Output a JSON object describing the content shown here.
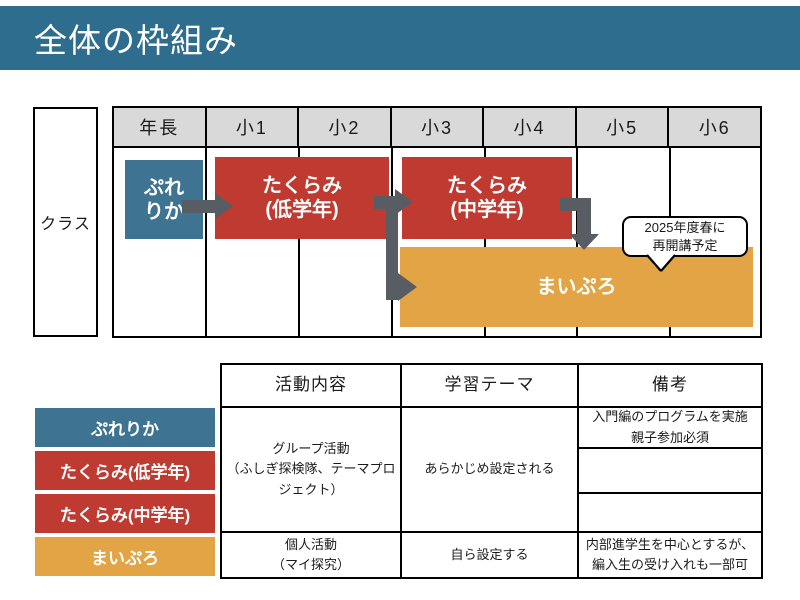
{
  "slide": {
    "title": "全体の枠組み"
  },
  "colors": {
    "title_bar": "#2E6D8D",
    "teal": "#3F7392",
    "red": "#BF3A30",
    "orange": "#E2A444",
    "arrow_gray": "#585D64",
    "grade_header_bg": "#D9D9D9"
  },
  "timeline": {
    "axis_label": "クラス",
    "grades": [
      "年長",
      "小1",
      "小2",
      "小3",
      "小4",
      "小5",
      "小6"
    ],
    "bars": {
      "purerika": "ぷれ\nりか",
      "takurami_low": "たくらみ\n(低学年)",
      "takurami_mid": "たくらみ\n(中学年)",
      "maipro": "まいぷろ"
    },
    "callout": "2025年度春に\n再開講予定"
  },
  "table": {
    "headers": [
      "活動内容",
      "学習テーマ",
      "備考"
    ],
    "row_labels": [
      "ぷれりか",
      "たくらみ(低学年)",
      "たくらみ(中学年)",
      "まいぷろ"
    ],
    "activity": {
      "group": "グループ活動\n（ふしぎ探検隊、テーマプロ\nジェクト）",
      "individual": "個人活動\n（マイ探究）"
    },
    "theme": {
      "group": "あらかじめ設定される",
      "individual": "自ら設定する"
    },
    "remarks": {
      "purerika": "入門編のプログラムを実施\n親子参加必須",
      "takurami_low": "",
      "takurami_mid": "",
      "maipro": "内部進学生を中心とするが、\n編入生の受け入れも一部可"
    }
  }
}
